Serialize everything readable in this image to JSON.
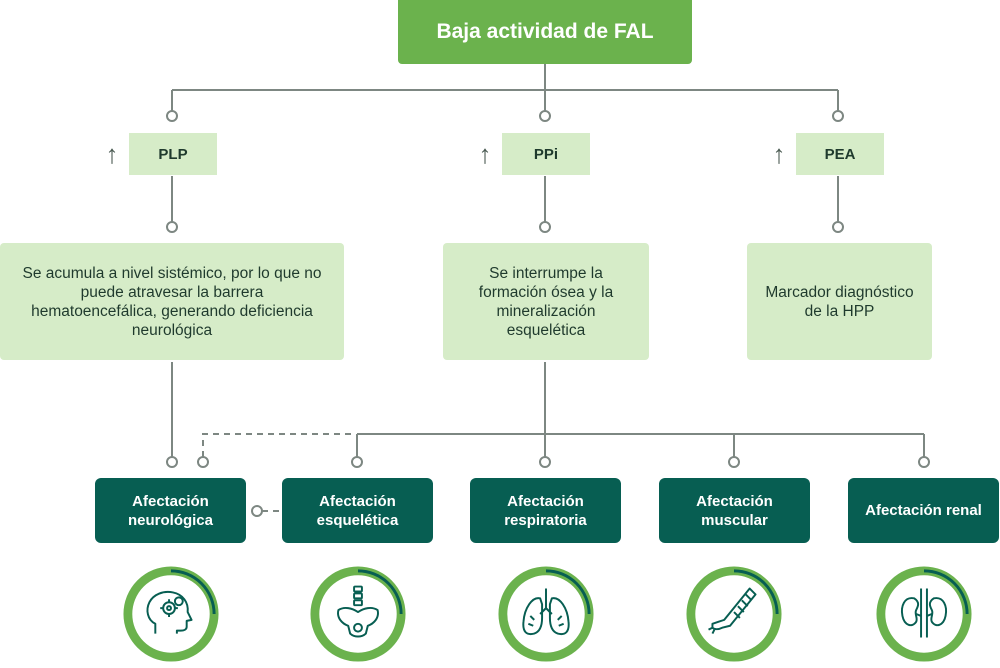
{
  "root": {
    "label": "Baja actividad de FAL"
  },
  "enzymes": [
    {
      "label": "PLP",
      "arrow": "↑"
    },
    {
      "label": "PPi",
      "arrow": "↑"
    },
    {
      "label": "PEA",
      "arrow": "↑"
    }
  ],
  "descriptions": [
    {
      "text": "Se acumula a nivel sistémico, por lo que no puede atravesar la barrera hematoencefálica, generando deficiencia neurológica"
    },
    {
      "text": "Se interrumpe la formación ósea y la mineralización esquelética"
    },
    {
      "text": "Marcador diagnóstico de la HPP"
    }
  ],
  "affectations": [
    {
      "label": "Afectación neurológica",
      "icon": "head-gears-icon"
    },
    {
      "label": "Afectación esquelética",
      "icon": "pelvis-spine-icon"
    },
    {
      "label": "Afectación respiratoria",
      "icon": "lungs-icon"
    },
    {
      "label": "Afectación muscular",
      "icon": "arm-muscle-icon"
    },
    {
      "label": "Afectación renal",
      "icon": "kidneys-icon"
    }
  ],
  "colors": {
    "root_green": "#6bb24d",
    "light_green": "#d6ecc8",
    "dark_teal": "#075e52",
    "connector_gray": "#7d8782",
    "ring_green": "#6bb24d",
    "ring_dark": "#075e52"
  }
}
